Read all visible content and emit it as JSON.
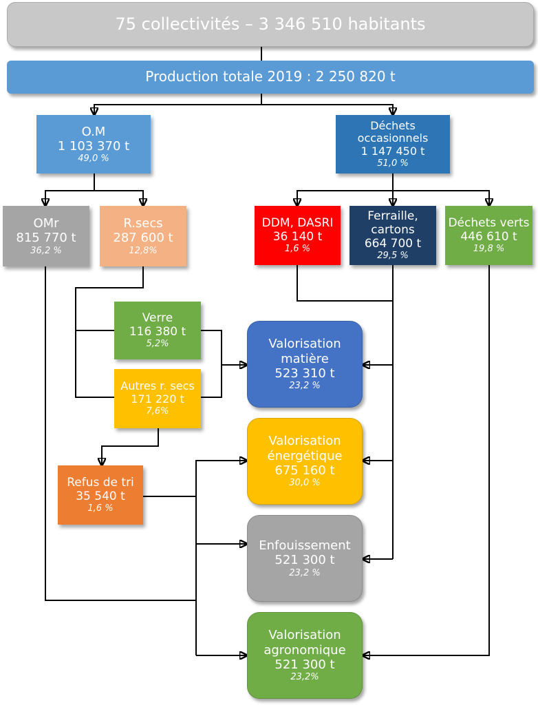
{
  "colors": {
    "gray_light": "#c8c8c8",
    "blue_light": "#5b9bd5",
    "blue_mid": "#2e75b6",
    "blue_dark": "#1f3f66",
    "blue_val": "#4472c4",
    "gray": "#a5a5a5",
    "salmon": "#f4b183",
    "red": "#ff0000",
    "green": "#70ad47",
    "orange": "#ed7d31",
    "yellow": "#ffc000"
  },
  "header": {
    "title": "75 collectivités – 3 346 510 habitants",
    "production": "Production totale 2019 : 2 250 820 t"
  },
  "om": {
    "label": "O.M",
    "value": "1 103 370 t",
    "pct": "49,0 %"
  },
  "occasionnels": {
    "label1": "Déchets",
    "label2": "occasionnels",
    "value": "1 147 450 t",
    "pct": "51,0 %"
  },
  "omr": {
    "label": "OMr",
    "value": "815 770 t",
    "pct": "36,2 %"
  },
  "rsecs": {
    "label": "R.secs",
    "value": "287 600 t",
    "pct": "12,8%"
  },
  "ddm": {
    "label": "DDM, DASRI",
    "value": "36 140 t",
    "pct": "1,6 %"
  },
  "ferraille": {
    "label1": "Ferraille,",
    "label2": "cartons",
    "value": "664 700 t",
    "pct": "29,5 %"
  },
  "verts": {
    "label": "Déchets verts",
    "value": "446 610 t",
    "pct": "19,8 %"
  },
  "verre": {
    "label": "Verre",
    "value": "116 380 t",
    "pct": "5,2%"
  },
  "autres": {
    "label": "Autres r. secs",
    "value": "171 220 t",
    "pct": "7,6%"
  },
  "refus": {
    "label": "Refus de tri",
    "value": "35 540 t",
    "pct": "1,6 %"
  },
  "val_matiere": {
    "label1": "Valorisation",
    "label2": "matière",
    "value": "523 310 t",
    "pct": "23,2 %"
  },
  "val_energie": {
    "label1": "Valorisation",
    "label2": "énergétique",
    "value": "675 160 t",
    "pct": "30,0 %"
  },
  "enfouissement": {
    "label": "Enfouissement",
    "value": "521 300 t",
    "pct": "23,2 %"
  },
  "val_agro": {
    "label1": "Valorisation",
    "label2": "agronomique",
    "value": "521 300 t",
    "pct": "23,2%"
  }
}
